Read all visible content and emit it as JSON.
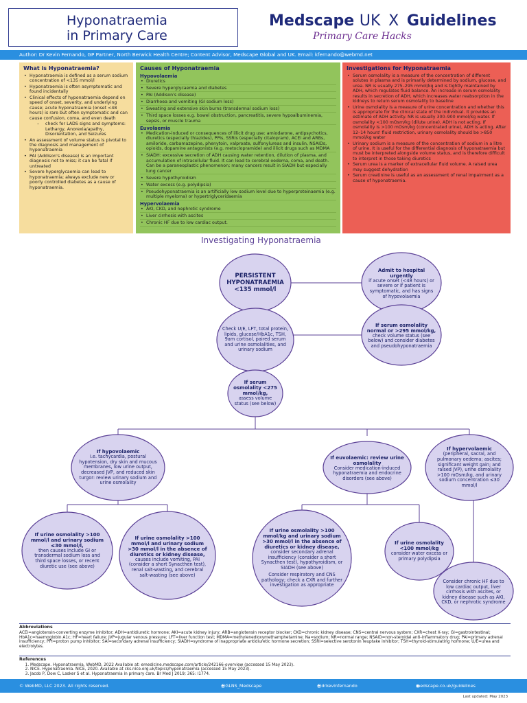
{
  "header": {
    "title_line1": "Hyponatraemia",
    "title_line2": "in Primary Care",
    "brand_medscape": "Medscape",
    "brand_uk": "UK",
    "brand_x": "X",
    "brand_guidelines": "Guidelines",
    "tagline": "Primary Care Hacks"
  },
  "author": "Author: Dr Kevin Fernando, GP Partner, North Berwick Health Centre; Content Advisor, Medscape Global and UK. Email: kfernando@webmd.net",
  "what": {
    "title": "What is Hyponatraemia?",
    "items": [
      "Hyponatraemia is defined as a serum sodium concentration of <135 mmol/l",
      "Hyponatraemia is often asymptomatic and found incidentally",
      "Clinical effects of hyponatraemia depend on speed of onset, severity, and underlying cause; acute hyponatraemia (onset <48 hours) is rare but often symptomatic and can cause confusion, coma, and even death",
      "An assessment of volume status is pivotal to the diagnosis and management of hyponatraemia",
      "PAI (Addison's disease) is an important diagnosis not to miss; it can be fatal if untreated",
      "Severe hyperglycaemia can lead to hyponatraemia; always exclude new or poorly controlled diabetes as a cause of hyponatraemia."
    ],
    "sub_items": [
      "check for LADS signs and symptoms: Lethargy, Anorexia/apathy, Disorientation, and Seizures"
    ]
  },
  "causes": {
    "title": "Causes of Hyponatraemia",
    "hypo_title": "Hypovolaemia",
    "hypo": [
      "Diuretics",
      "Severe hyperglycaemia and diabetes",
      "PAI (Addison's disease)",
      "Diarrhoea and vomiting (GI sodium loss)",
      "Sweating and extensive skin burns (transdermal sodium loss)",
      "Third space losses e.g. bowel obstruction, pancreatitis, severe hypoalbuminemia, sepsis, or muscle trauma"
    ],
    "eu_title": "Euvolaemia",
    "eu": [
      "Medication-induced or consequences of illicit drug use: amiodarone, antipsychotics, diuretics (especially thiazides), PPIs, SSRIs (especially citalopram), ACEi and ARBs, amiloride, carbamazepine, phenytoin, valproate, sulfonylureas and insulin, NSAIDs, opioids, dopamine antagonists (e.g. metoclopramide) and illicit drugs such as MDMA",
      "SIADH: excessive secretion of ADH causing water retention, dilution of plasma, and accumulation of intracellular fluid. It can lead to cerebral oedema, coma, and death. Can be a paraneoplastic phenomenon; many cancers result in SIADH but especially lung cancer",
      "Severe hypothyroidism",
      "Water excess (e.g. polydipsia)",
      "Pseudohyponatraemia is an artificially low sodium level due to hyperproteinaemia (e.g. multiple myeloma) or hypertriglyceridaemia"
    ],
    "hyper_title": "Hypervolaemia",
    "hyper": [
      "AKI, CKD, and nephrotic syndrome",
      "Liver cirrhosis with ascites",
      "Chronic HF due to low cardiac output."
    ]
  },
  "investigations": {
    "title": "Investigations for Hyponatraemia",
    "items": [
      "Serum osmolality is a measure of the concentration of different solutes in plasma and is primarily determined by sodium, glucose, and urea. NR is usually 275–295 mmol/kg and is tightly maintained by ADH, which regulates fluid balance. An increase in serum osmolality results in secretion of ADH, which increases water reabsorption in the kidneys to return serum osmolality to baseline",
      "Urine osmolality is a measure of urine concentration and whether this is appropriate for the clinical state of the individual. It provides an estimate of ADH activity. NR is usually 300–900 mmol/kg water. If osmolality <100 mOsm/kg (dilute urine), ADH is not acting. If osmolality is >100 mOsm/kg (concentrated urine), ADH is acting. After 12–14 hours' fluid restriction, urinary osmolality should be >850 mmol/kg water",
      "Urinary sodium is a measure of the concentration of sodium in a litre of urine. It is useful for the differential diagnosis of hyponatraemia but must be interpreted alongside volume status, and is therefore difficult to interpret in those taking diuretics",
      "Serum urea is a marker of extracellular fluid volume. A raised urea may suggest dehydration",
      "Serum creatinine is useful as an assessment of renal impairment as a cause of hyponatraemia."
    ]
  },
  "flow": {
    "title": "Investigating Hyponatraemia",
    "persistent_head": "PERSISTENT HYPONATRAEMIA <135 mmol/l",
    "admit_head": "Admit to hospital urgently",
    "admit_body": "if acute onset (<48 hours) or severe or if patient is symptomatic, and has signs of hypovolaemia",
    "check_body": "Check U/E, LFT, total protein, lipids, glucose/HbA1c, TSH, 9am cortisol, paired serum and urine osmolalities, and urinary sodium",
    "normal_head": "If serum osmolality normal or >295 mmol/kg,",
    "normal_body": "check volume status (see below) and consider diabetes and pseudohyponatraemia",
    "low_head": "If serum osmolality <275 mmol/kg,",
    "low_body": "assess volume status (see below)",
    "hypovol_head": "If hypovolaemic",
    "hypovol_body": "i.e. tachycardia, postural hypotension, dry skin and mucous membranes, low urine output, decreased JVP, and reduced skin turgor: review urinary sodium and urine osmolality",
    "euvol_head": "If euvolaemic: review urine osmolality",
    "euvol_body": "Consider medication-induced hyponatraemia and endocrine disorders (see above)",
    "hypervol_head": "If hypervolaemic",
    "hypervol_body": "(peripheral, sacral, and pulmonary oedema; ascites; significant weight gain; and raised JVP), urine osmolality >100 mOsm/kg, and urinary sodium concentration ≤30 mmol/l",
    "u30_head": "If urine osmolality >100 mmol/l and urinary sodium ≤30 mmol/l,",
    "u30_body": "then causes include GI or transdermal sodium loss and third space losses, or recent diuretic use (see above)",
    "u30b_head": "If urine osmolality >100 mmol/l and urinary sodium >30 mmol/l in the absence of diuretics or kidney disease,",
    "u30b_body": "causes include vomiting, PAI (consider a short Synacthen test), renal salt-wasting, and cerebral salt-wasting (see above)",
    "eu100_head": "If urine osmolality >100 mmol/kg and urinary sodium >30 mmol/l in the absence of diuretics or kidney disease,",
    "eu100_body": "consider secondary adrenal insufficiency (consider a short Synacthen test), hypothyroidism, or SIADH (see above)",
    "eu100_body2": "Consider respiratory and CNS pathology; check a CXR and further investigation as appropriate",
    "eulow_head": "If urine osmolality <100 mmol/kg",
    "eulow_body": "consider water excess or primary polydipsia",
    "chronic_body": "Consider chronic HF due to low cardiac output, liver cirrhosis with ascites, or kidney disease such as AKI, CKD, or nephrotic syndrome"
  },
  "abbreviations": {
    "title": "Abbreviations",
    "text": "ACEi=angiotensin-converting enzyme inhibitor; ADH=antidiuretic hormone; AKI=acute kidney injury; ARB=angiotensin receptor blocker; CKD=chronic kidney disease; CNS=central nervous system; CXR=chest X-ray; GI=gastrointestinal; HbA1c=haemoglobin A1c; HF=heart failure; JVP=jugular venous pressure; LFT=liver function test; MDMA=methylenedioxymethamphetamine; Na=sodium; NR=normal range; NSAID=non-steroidal anti-inflammatory drug; PAI=primary adrenal insufficiency; PPI=proton pump inhibitor; SAI=secondary adrenal insufficiency; SIADH=syndrome of inappropriate antidiuretic hormone secretion; SSRI=selective serotonin reuptake inhibitor; TSH=thyroid-stimulating hormone; U/E=urea and electrolytes."
  },
  "references": {
    "title": "References",
    "items": [
      "Medscape. Hyponatraemia. WebMD, 2022 Available at: emedicine.medscape.com/article/242166-overview (accessed 15 May 2023).",
      "NICE. Hyponatraemia. NICE, 2020. Available at cks.nice.org.uk/topics/hyponatraemia (accessed 15 May 2023).",
      "Jacob P, Dow C, Lasker S et al. Hyponatraemia in primary care. Br Med J 2019; 365: l1774."
    ]
  },
  "footer": {
    "copyright": "© WebMD, LLC 2023. All rights reserved.",
    "twitter1": "@GLNS_Medscape",
    "twitter2": "@drkevinfernando",
    "site": "medscape.co.uk/guidelines",
    "updated": "Last updated: May 2023"
  },
  "colors": {
    "navy": "#1f2a7a",
    "blue_band": "#2a8fe0",
    "yellow": "#f6dd9e",
    "green": "#92c45c",
    "red": "#ec5f55",
    "lavender": "#d8d3ef",
    "purple_line": "#5a3f95"
  }
}
